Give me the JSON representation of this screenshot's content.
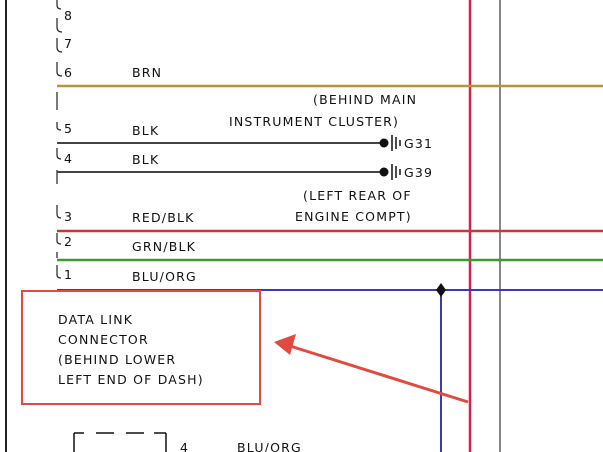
{
  "pins": [
    {
      "num": "8",
      "wire": "",
      "color": ""
    },
    {
      "num": "7",
      "wire": "",
      "color": ""
    },
    {
      "num": "6",
      "wire": "BRN",
      "color": "#b8962e"
    },
    {
      "num": "5",
      "wire": "BLK",
      "color": "#444444"
    },
    {
      "num": "4",
      "wire": "BLK",
      "color": "#444444"
    },
    {
      "num": "3",
      "wire": "RED/BLK",
      "color": "#c43a3a"
    },
    {
      "num": "2",
      "wire": "GRN/BLK",
      "color": "#3a9a2a"
    },
    {
      "num": "1",
      "wire": "BLU/ORG",
      "color": "#3a3ab8"
    }
  ],
  "notes": {
    "behind_main_1": "(BEHIND MAIN",
    "behind_main_2": "INSTRUMENT CLUSTER)",
    "left_rear_1": "(LEFT REAR OF",
    "left_rear_2": "ENGINE COMPT)"
  },
  "grounds": {
    "g31": "G31",
    "g39": "G39"
  },
  "callout": {
    "line1": "DATA LINK",
    "line2": "CONNECTOR",
    "line3": "(BEHIND LOWER",
    "line4": "LEFT END OF DASH)"
  },
  "lower": {
    "pin": "4",
    "wire": "BLU/ORG"
  },
  "colors": {
    "red_vertical": "#d4204a",
    "gray_vertical": "#888888",
    "blue_vertical": "#3a3ab8",
    "arrow": "#e04a3f"
  }
}
